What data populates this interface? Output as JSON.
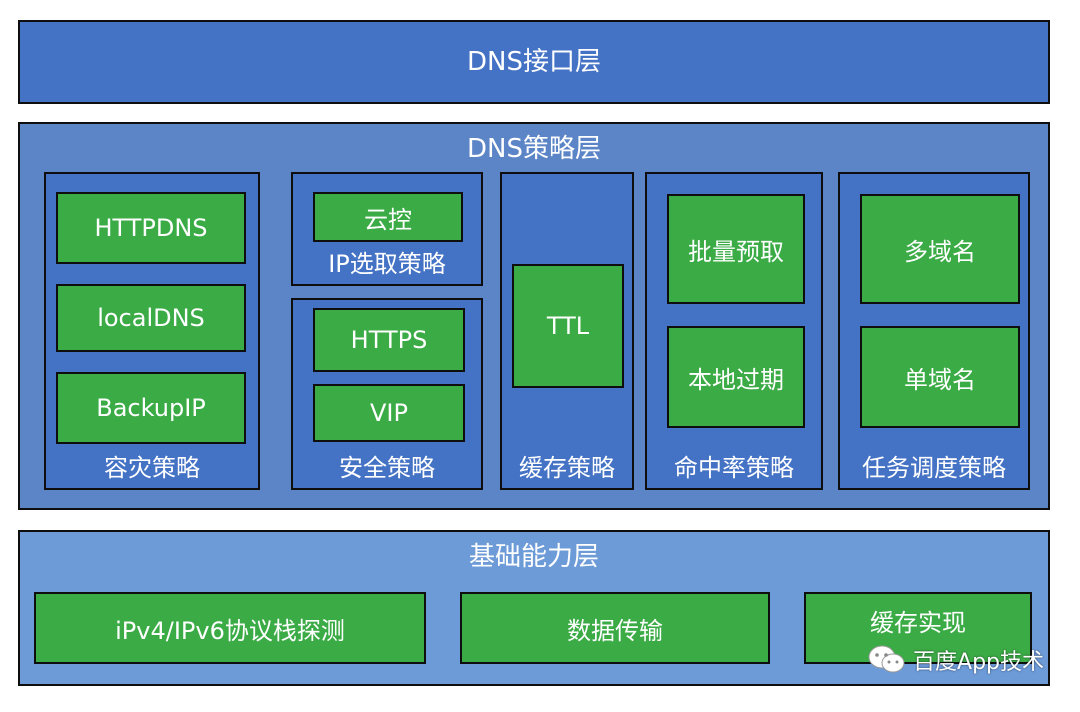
{
  "colors": {
    "top_layer": "#4472c4",
    "mid_layer": "#5b85c6",
    "bottom_layer": "#6d9bd8",
    "group": "#4472c4",
    "leaf": "#3bab46",
    "border": "#0e0e0e"
  },
  "layers": {
    "interface": {
      "title": "DNS接口层"
    },
    "strategy": {
      "title": "DNS策略层",
      "groups": {
        "disaster": {
          "label": "容灾策略",
          "items": [
            "HTTPDNS",
            "localDNS",
            "BackupIP"
          ]
        },
        "ip_select": {
          "label": "IP选取策略",
          "items": [
            "云控"
          ]
        },
        "security": {
          "label": "安全策略",
          "items": [
            "HTTPS",
            "VIP"
          ]
        },
        "cache": {
          "label": "缓存策略",
          "items": [
            "TTL"
          ]
        },
        "hit_rate": {
          "label": "命中率策略",
          "items": [
            "批量预取",
            "本地过期"
          ]
        },
        "task": {
          "label": "任务调度策略",
          "items": [
            "多域名",
            "单域名"
          ]
        }
      }
    },
    "base": {
      "title": "基础能力层",
      "items": [
        "iPv4/IPv6协议栈探测",
        "数据传输",
        "缓存实现"
      ]
    }
  },
  "watermark": {
    "text": "百度App技术",
    "icon": "wechat-icon"
  }
}
